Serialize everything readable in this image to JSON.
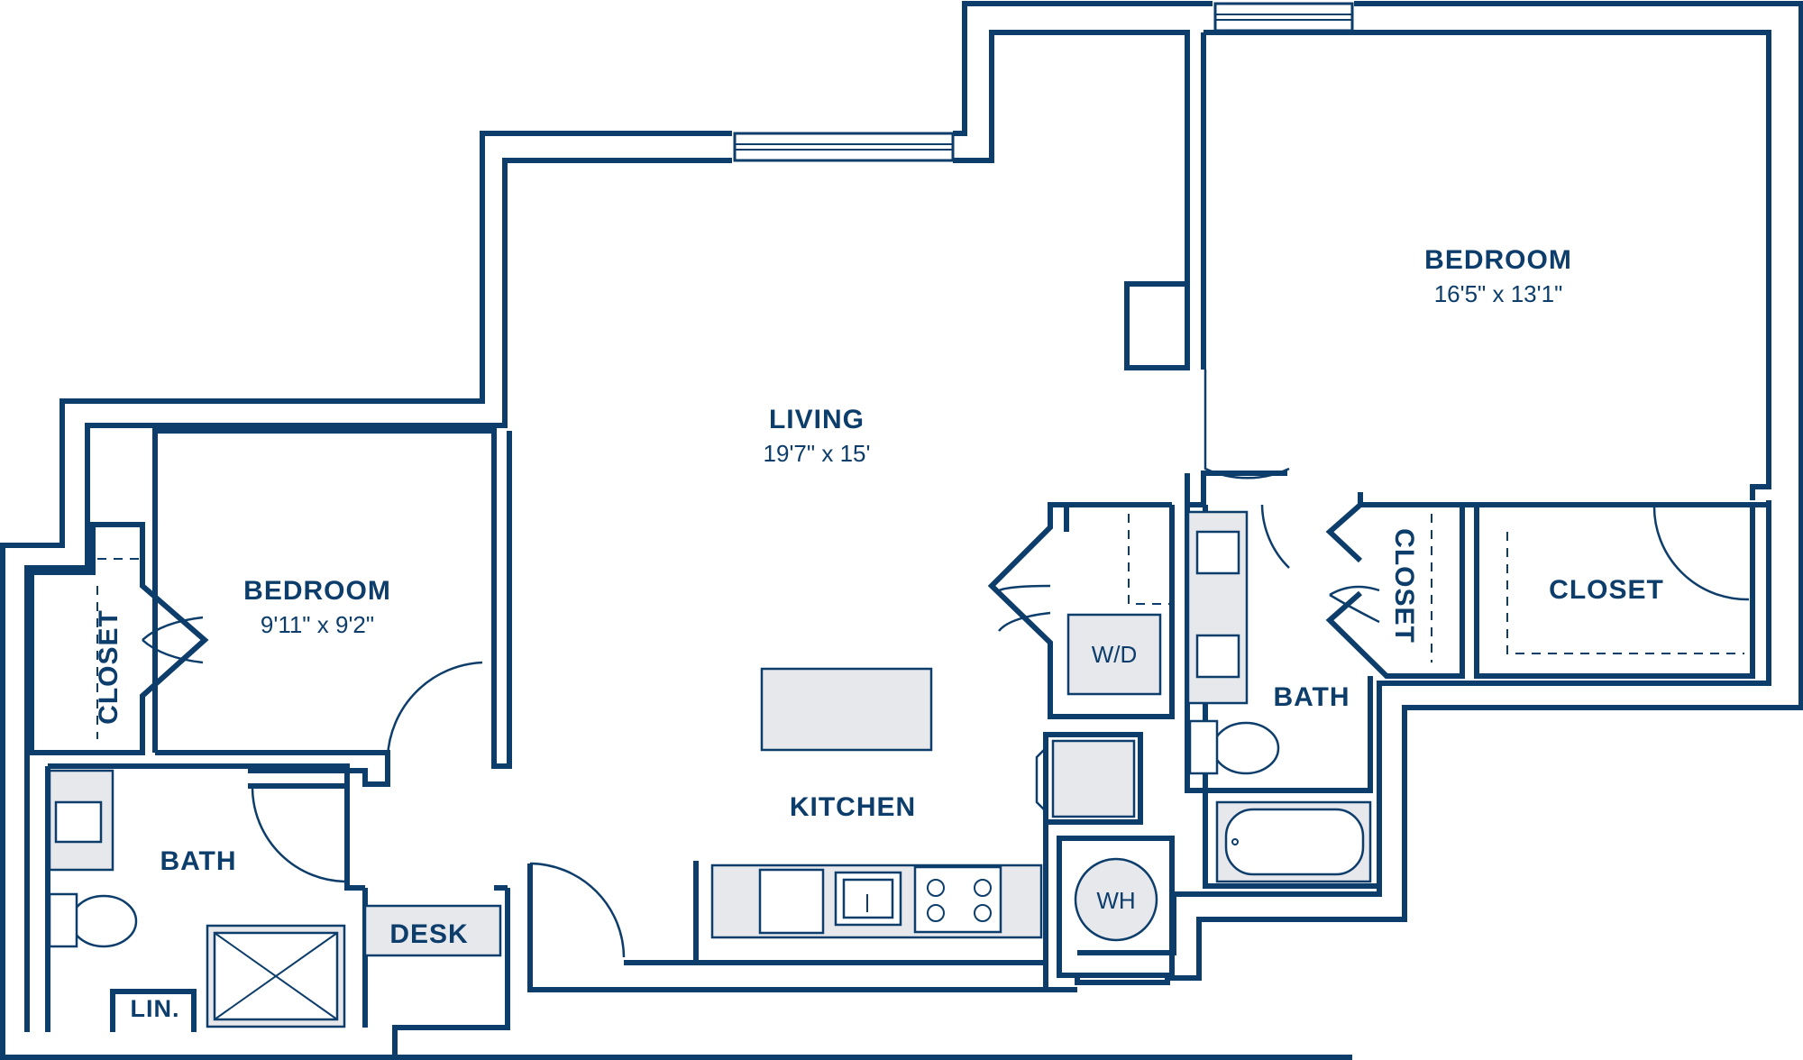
{
  "rooms": {
    "living": {
      "label": "LIVING",
      "dim": "19'7\" x 15'"
    },
    "bedroom_main": {
      "label": "BEDROOM",
      "dim": "16'5\" x 13'1\""
    },
    "bedroom_second": {
      "label": "BEDROOM",
      "dim": "9'11\" x 9'2\""
    },
    "kitchen": {
      "label": "KITCHEN"
    },
    "bath_left": {
      "label": "BATH"
    },
    "bath_right": {
      "label": "BATH"
    },
    "closet_left": {
      "label": "CLOSET"
    },
    "closet_mid": {
      "label": "CLOSET"
    },
    "closet_right": {
      "label": "CLOSET"
    },
    "desk": {
      "label": "DESK"
    },
    "linen": {
      "label": "LIN."
    }
  },
  "fixtures": {
    "washer_dryer": "W/D",
    "water_heater": "WH"
  },
  "colors": {
    "wall": "#0d3d6b",
    "fixture": "#e6e8ec"
  }
}
